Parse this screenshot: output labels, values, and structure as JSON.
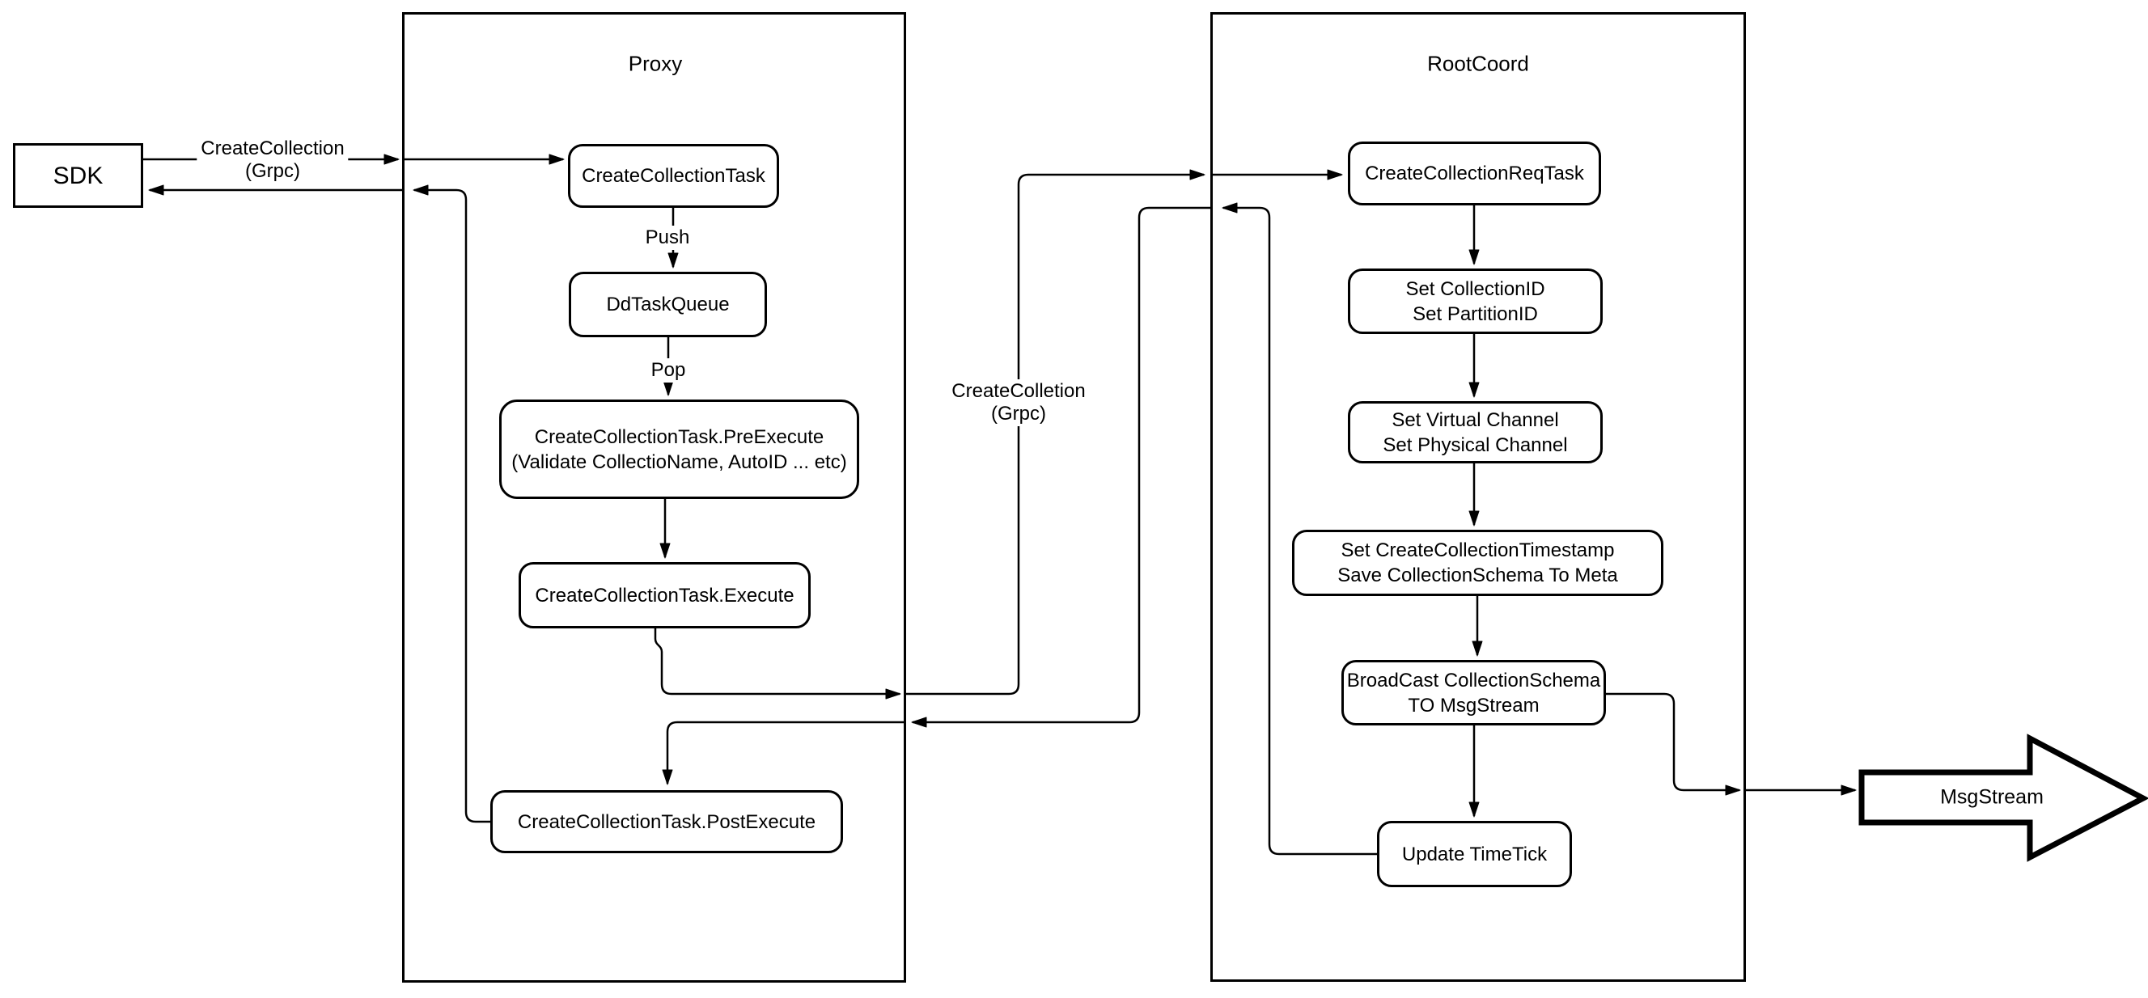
{
  "diagram": {
    "containers": {
      "proxy": {
        "title": "Proxy"
      },
      "rootcoord": {
        "title": "RootCoord"
      }
    },
    "nodes": {
      "sdk": {
        "label": "SDK"
      },
      "create_collection_task": {
        "label": "CreateCollectionTask"
      },
      "dd_task_queue": {
        "label": "DdTaskQueue"
      },
      "pre_execute": {
        "line1": "CreateCollectionTask.PreExecute",
        "line2": "(Validate CollectioName, AutoID ... etc)"
      },
      "execute": {
        "label": "CreateCollectionTask.Execute"
      },
      "post_execute": {
        "label": "CreateCollectionTask.PostExecute"
      },
      "req_task": {
        "label": "CreateCollectionReqTask"
      },
      "set_ids": {
        "line1": "Set CollectionID",
        "line2": "Set PartitionID"
      },
      "set_channels": {
        "line1": "Set Virtual Channel",
        "line2": "Set Physical Channel"
      },
      "set_timestamp": {
        "line1": "Set CreateCollectionTimestamp",
        "line2": "Save CollectionSchema To Meta"
      },
      "broadcast": {
        "line1": "BroadCast CollectionSchema",
        "line2": "TO MsgStream"
      },
      "update_timetick": {
        "label": "Update TimeTick"
      },
      "msgstream": {
        "label": "MsgStream"
      }
    },
    "edge_labels": {
      "sdk_grpc": {
        "line1": "CreateCollection",
        "line2": "(Grpc)"
      },
      "proxy_grpc": {
        "line1": "CreateColletion",
        "line2": "(Grpc)"
      },
      "push": "Push",
      "pop": "Pop"
    },
    "colors": {
      "stroke": "#000000",
      "background": "#ffffff"
    }
  }
}
